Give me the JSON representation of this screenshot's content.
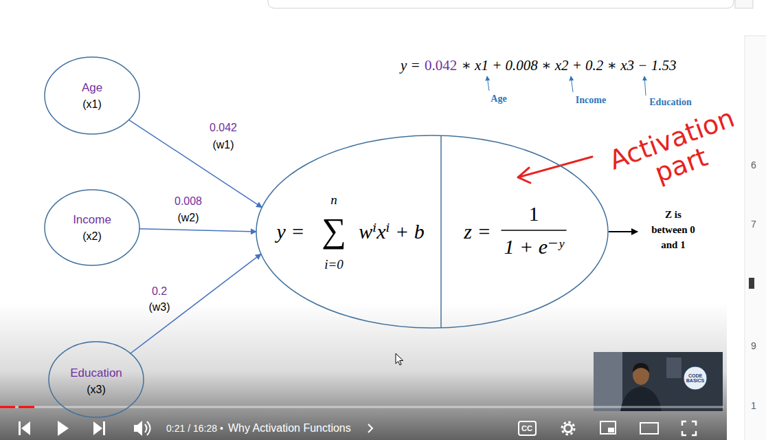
{
  "diagram": {
    "nodes": [
      {
        "text": [
          "Age",
          "(x1)"
        ]
      },
      {
        "text": [
          "Income",
          "(x2)"
        ]
      },
      {
        "text": [
          "Education",
          "(x3)"
        ]
      },
      {
        "text": [
          "y =",
          "∑",
          "n",
          "i=0",
          "wⁱxⁱ + b",
          "z =",
          "1",
          "1 + e⁻ʸ"
        ]
      }
    ],
    "edges": [
      {
        "from": 0,
        "to": 3,
        "arrow": "to",
        "label": "0.042"
      },
      {
        "from": 1,
        "to": 3,
        "arrow": "to",
        "label": "0.008"
      },
      {
        "from": 2,
        "to": 3,
        "arrow": "to",
        "label": "0.2"
      }
    ],
    "labels": [
      "(w1)",
      "(w2)",
      "(w3)",
      "y =",
      "0.042",
      "∗ x1 + 0.008 ∗ x2 + 0.2 ∗ x3 − 1.53",
      "Age",
      "Income",
      "Education",
      "Activation part",
      "Z is between 0 and 1",
      "0:21 / 16:28",
      "•",
      "Why Activation Functions",
      "CC",
      "CODE BASICS",
      "6",
      "7",
      "9",
      "1"
    ]
  }
}
